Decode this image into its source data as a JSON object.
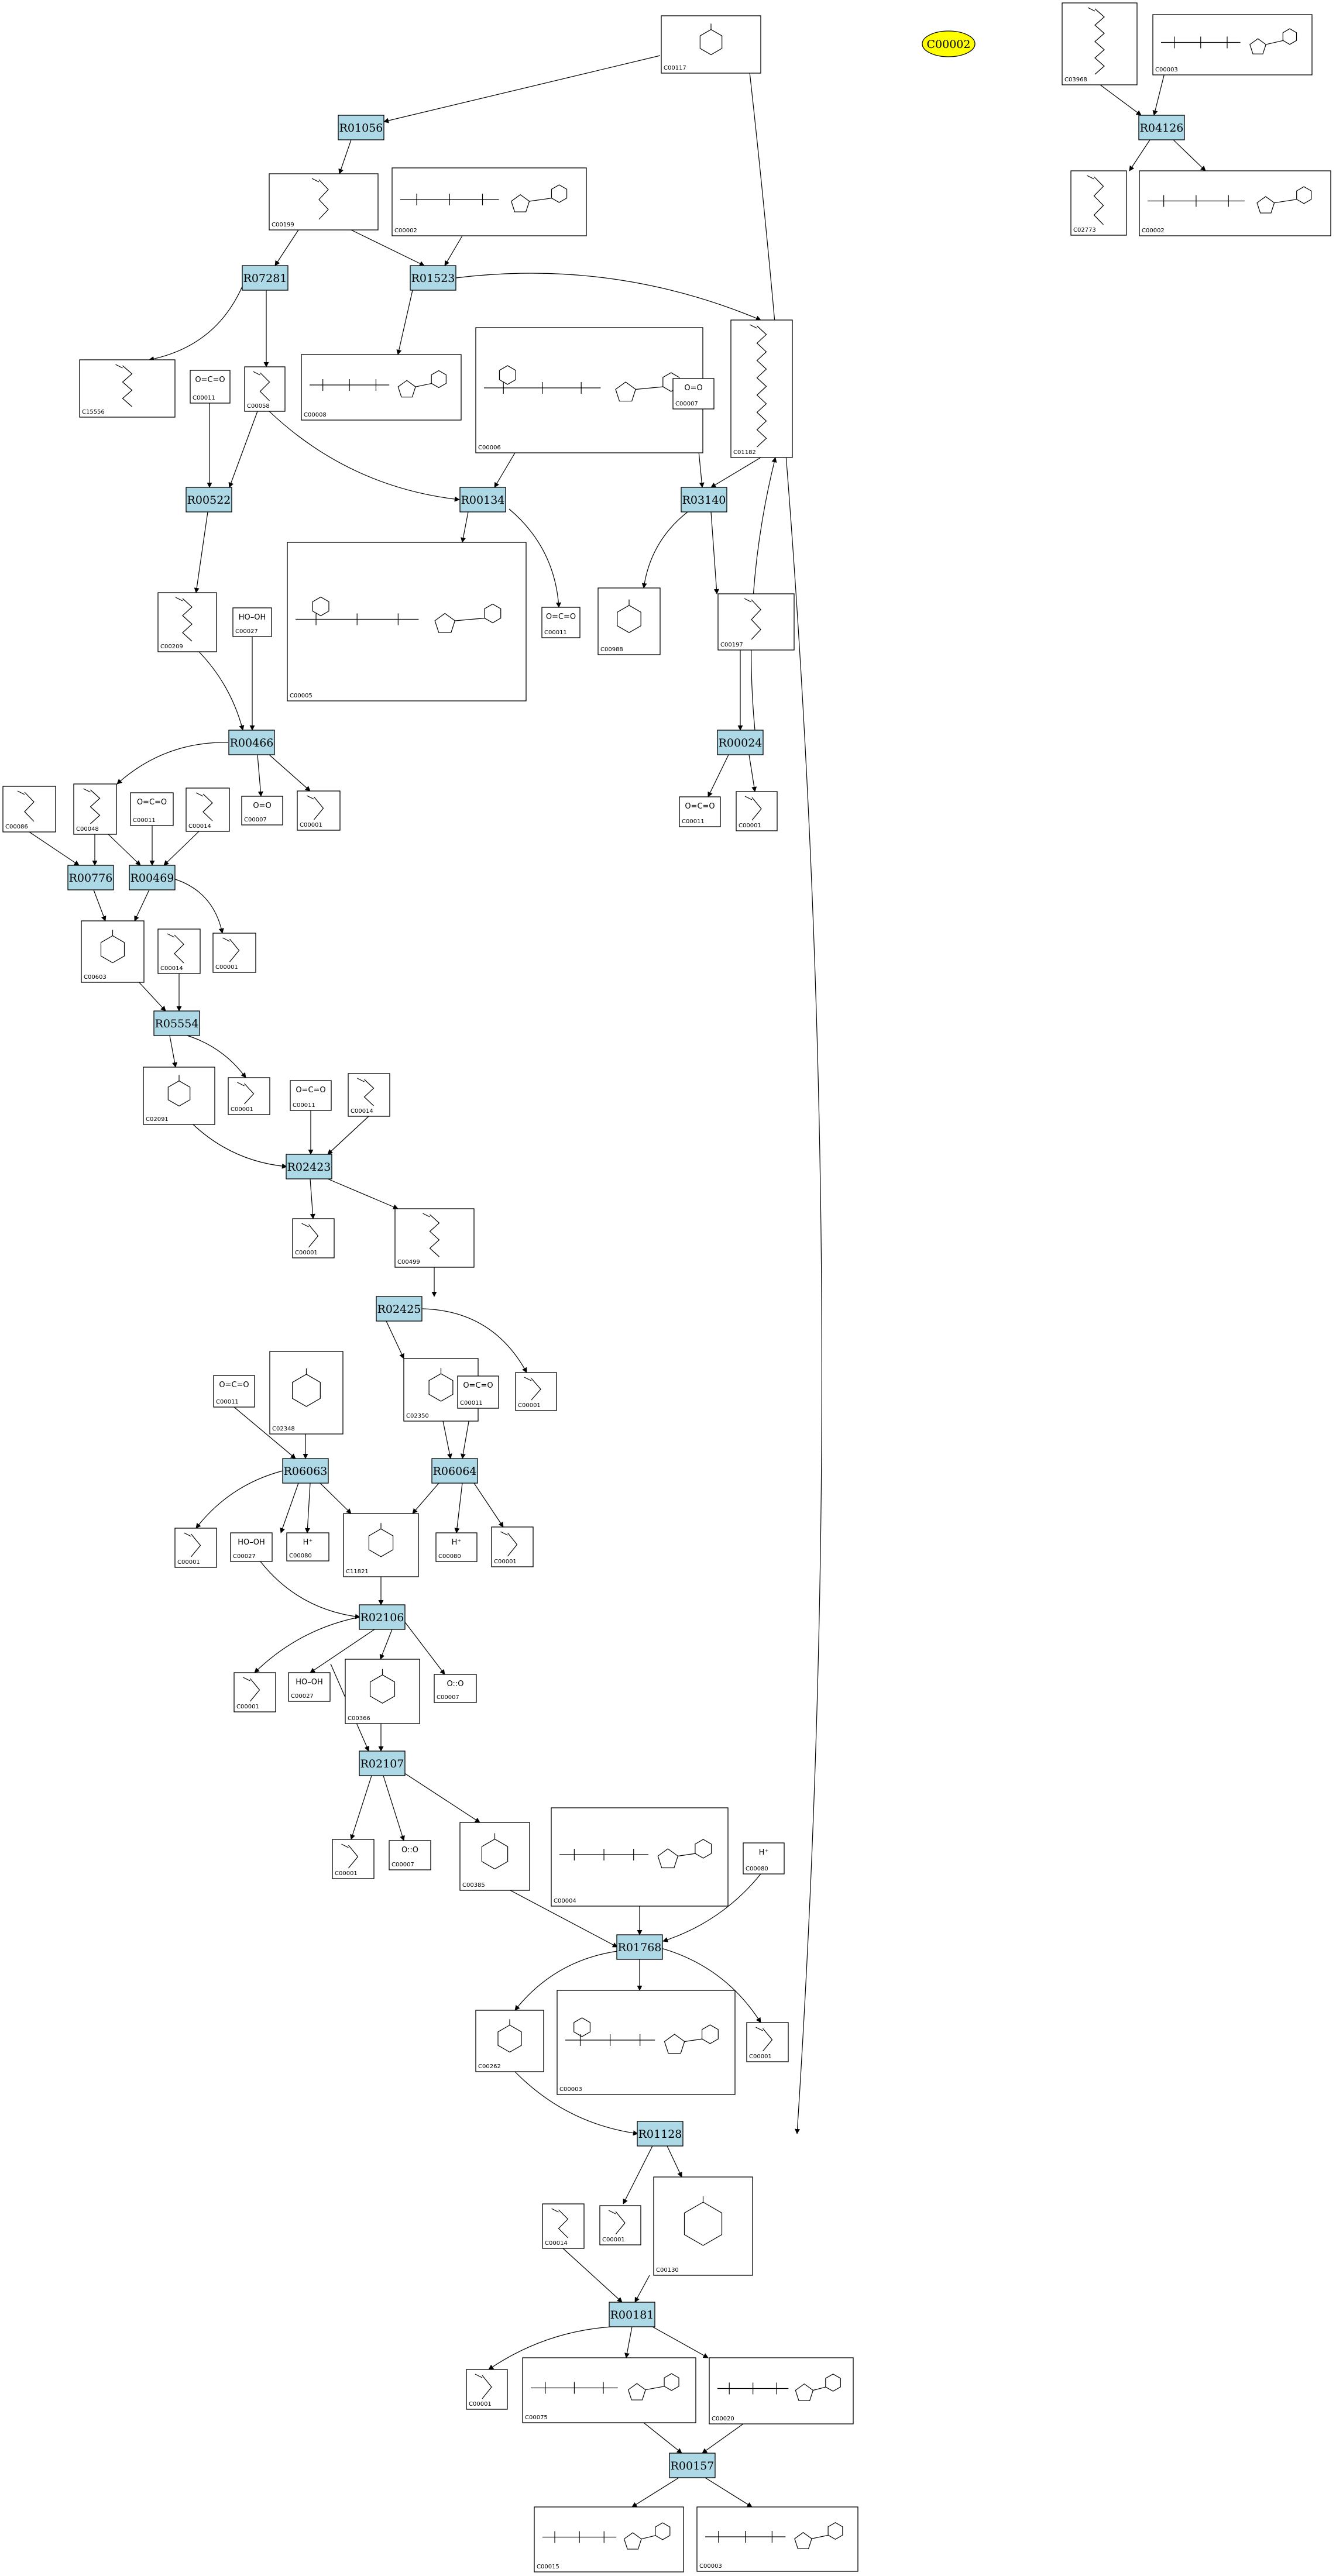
{
  "highlighted_compound": "C00002",
  "reactions": [
    "R01056",
    "R04126",
    "R07281",
    "R01523",
    "R00522",
    "R00134",
    "R03140",
    "R00466",
    "R00024",
    "R00776",
    "R00469",
    "R05554",
    "R02423",
    "R02425",
    "R06063",
    "R06064",
    "R02106",
    "R02107",
    "R01768",
    "R01128",
    "R00181",
    "R00157"
  ],
  "compounds": [
    {
      "id": "C00117",
      "formula": ""
    },
    {
      "id": "C03968",
      "formula": ""
    },
    {
      "id": "C00003",
      "formula": ""
    },
    {
      "id": "C00199",
      "formula": ""
    },
    {
      "id": "C00002",
      "formula": ""
    },
    {
      "id": "C02773",
      "formula": ""
    },
    {
      "id": "C00002",
      "formula": ""
    },
    {
      "id": "C15556",
      "formula": ""
    },
    {
      "id": "C00011",
      "formula": "O=C=O"
    },
    {
      "id": "C00058",
      "formula": ""
    },
    {
      "id": "C00008",
      "formula": ""
    },
    {
      "id": "C00006",
      "formula": ""
    },
    {
      "id": "C00007",
      "formula": "O=O"
    },
    {
      "id": "C01182",
      "formula": ""
    },
    {
      "id": "C00005",
      "formula": ""
    },
    {
      "id": "C00209",
      "formula": ""
    },
    {
      "id": "C00027",
      "formula": "HO–OH"
    },
    {
      "id": "C00011",
      "formula": "O=C=O"
    },
    {
      "id": "C00988",
      "formula": ""
    },
    {
      "id": "C00197",
      "formula": ""
    },
    {
      "id": "C00086",
      "formula": ""
    },
    {
      "id": "C00048",
      "formula": ""
    },
    {
      "id": "C00011",
      "formula": "O=C=O"
    },
    {
      "id": "C00014",
      "formula": ""
    },
    {
      "id": "C00007",
      "formula": "O=O"
    },
    {
      "id": "C00001",
      "formula": ""
    },
    {
      "id": "C00011",
      "formula": "O=C=O"
    },
    {
      "id": "C00001",
      "formula": ""
    },
    {
      "id": "C00603",
      "formula": ""
    },
    {
      "id": "C00014",
      "formula": ""
    },
    {
      "id": "C00001",
      "formula": ""
    },
    {
      "id": "C02091",
      "formula": ""
    },
    {
      "id": "C00001",
      "formula": ""
    },
    {
      "id": "C00011",
      "formula": "O=C=O"
    },
    {
      "id": "C00014",
      "formula": ""
    },
    {
      "id": "C00001",
      "formula": ""
    },
    {
      "id": "C00499",
      "formula": ""
    },
    {
      "id": "C02348",
      "formula": ""
    },
    {
      "id": "C00011",
      "formula": "O=C=O"
    },
    {
      "id": "C02350",
      "formula": ""
    },
    {
      "id": "C00011",
      "formula": "O=C=O"
    },
    {
      "id": "C00001",
      "formula": ""
    },
    {
      "id": "C00001",
      "formula": ""
    },
    {
      "id": "C00027",
      "formula": "HO–OH"
    },
    {
      "id": "C00080",
      "formula": "H⁺"
    },
    {
      "id": "C11821",
      "formula": ""
    },
    {
      "id": "C00080",
      "formula": "H⁺"
    },
    {
      "id": "C00001",
      "formula": ""
    },
    {
      "id": "C00001",
      "formula": ""
    },
    {
      "id": "C00027",
      "formula": "HO–OH"
    },
    {
      "id": "C00366",
      "formula": ""
    },
    {
      "id": "C00007",
      "formula": "O::O"
    },
    {
      "id": "C00001",
      "formula": ""
    },
    {
      "id": "C00007",
      "formula": "O::O"
    },
    {
      "id": "C00385",
      "formula": ""
    },
    {
      "id": "C00004",
      "formula": ""
    },
    {
      "id": "C00080",
      "formula": "H⁺"
    },
    {
      "id": "C00262",
      "formula": ""
    },
    {
      "id": "C00003",
      "formula": ""
    },
    {
      "id": "C00001",
      "formula": ""
    },
    {
      "id": "C00014",
      "formula": ""
    },
    {
      "id": "C00001",
      "formula": ""
    },
    {
      "id": "C00130",
      "formula": ""
    },
    {
      "id": "C00001",
      "formula": ""
    },
    {
      "id": "C00075",
      "formula": ""
    },
    {
      "id": "C00020",
      "formula": ""
    },
    {
      "id": "C00015",
      "formula": ""
    },
    {
      "id": "C00003",
      "formula": ""
    }
  ]
}
